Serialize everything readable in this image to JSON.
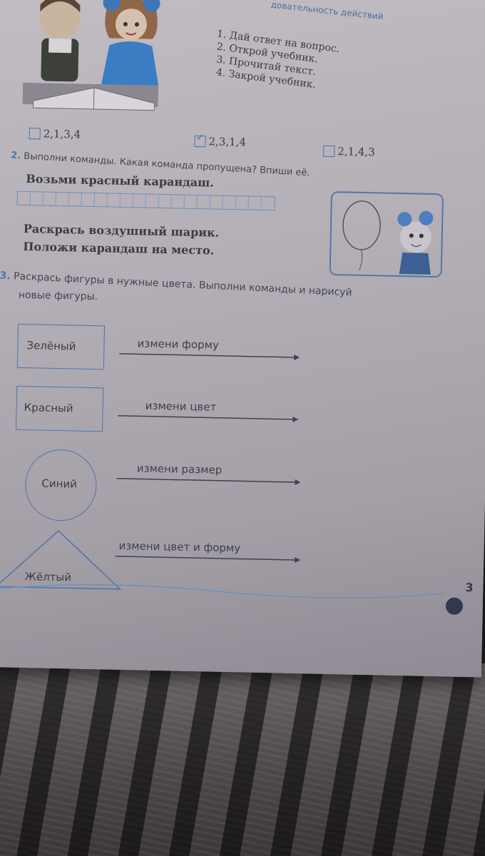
{
  "header": {
    "strip_text": "довательность действий"
  },
  "task1": {
    "steps": [
      "1. Дай ответ на вопрос.",
      "2. Открой учебник.",
      "3. Прочитай текст.",
      "4. Закрой учебник."
    ],
    "options": [
      {
        "label": "2,1,3,4",
        "checked": false
      },
      {
        "label": "2,3,1,4",
        "checked": true
      },
      {
        "label": "2,1,4,3",
        "checked": false
      }
    ],
    "check_mark": "✓"
  },
  "task2": {
    "number": "2.",
    "title": "Выполни команды. Какая команда пропущена? Впиши её.",
    "line1": "Возьми красный карандаш.",
    "line2": "Раскрась воздушный шарик.",
    "line3": "Положи карандаш на место."
  },
  "task3": {
    "number": "3.",
    "title_line1": "Раскрась фигуры в нужные цвета. Выполни команды и нарисуй",
    "title_line2": "новые фигуры.",
    "shapes": [
      {
        "label": "Зелёный",
        "command": "измени форму"
      },
      {
        "label": "Красный",
        "command": "измени цвет"
      },
      {
        "label": "Синий",
        "command": "измени размер"
      },
      {
        "label": "Жёлтый",
        "command": "измени цвет и форму"
      }
    ]
  },
  "page_number": "3"
}
